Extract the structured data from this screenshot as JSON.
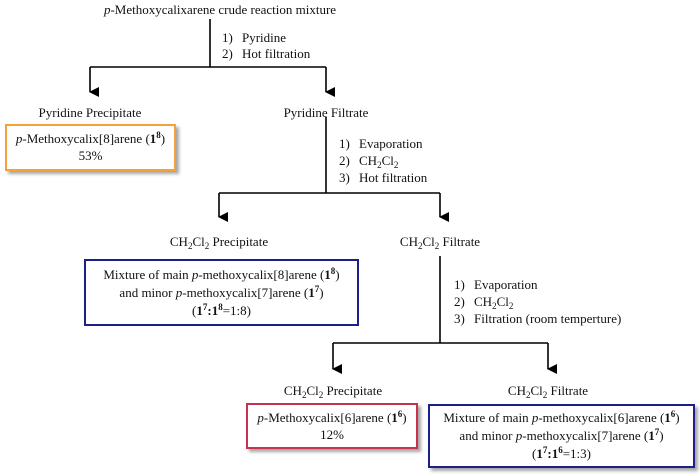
{
  "colors": {
    "orange": "#f5a13a",
    "navy": "#1c1f8a",
    "crimson": "#c8324e",
    "line": "#000000"
  },
  "top": {
    "title_italic": "p",
    "title_rest": "-Methoxycalixarene crude reaction mixture",
    "steps": [
      {
        "num": "1)",
        "text": "Pyridine"
      },
      {
        "num": "2)",
        "text": "Hot filtration"
      }
    ]
  },
  "level1": {
    "left_label": "Pyridine Precipitate",
    "right_label": "Pyridine Filtrate",
    "box": {
      "p": "p",
      "name": "-Methoxycalix[8]arene (",
      "cmp": "1",
      "sup": "8",
      "close": ")",
      "yield": "53%"
    },
    "steps": [
      {
        "num": "1)",
        "text": "Evaporation"
      },
      {
        "num": "2)",
        "c": "CH",
        "s1": "2",
        "m": "Cl",
        "s2": "2"
      },
      {
        "num": "3)",
        "text": "Hot filtration"
      }
    ]
  },
  "level2": {
    "left_label": {
      "c": "CH",
      "s1": "2",
      "m": "Cl",
      "s2": "2",
      "rest": " Precipitate"
    },
    "right_label": {
      "c": "CH",
      "s1": "2",
      "m": "Cl",
      "s2": "2",
      "rest": " Filtrate"
    },
    "box": {
      "l1a": "Mixture of  main ",
      "l1p": "p",
      "l1b": "-methoxycalix[8]arene (",
      "l1c": "1",
      "l1s": "8",
      "l1d": ")",
      "l2a": "and minor ",
      "l2p": "p",
      "l2b": "-methoxycalix[7]arene (",
      "l2c": "1",
      "l2s": "7",
      "l2d": ")",
      "l3a": "(",
      "l3c1": "1",
      "l3s1": "7",
      "l3colon": ":",
      "l3c2": "1",
      "l3s2": "8",
      "l3r": "=1:8)"
    },
    "steps": [
      {
        "num": "1)",
        "text": "Evaporation"
      },
      {
        "num": "2)",
        "c": "CH",
        "s1": "2",
        "m": "Cl",
        "s2": "2"
      },
      {
        "num": "3)",
        "text": "Filtration (room temperture)"
      }
    ]
  },
  "level3": {
    "left_label": {
      "c": "CH",
      "s1": "2",
      "m": "Cl",
      "s2": "2",
      "rest": " Precipitate"
    },
    "right_label": {
      "c": "CH",
      "s1": "2",
      "m": "Cl",
      "s2": "2",
      "rest": " Filtrate"
    },
    "box_left": {
      "p": "p",
      "name": "-Methoxycalix[6]arene (",
      "cmp": "1",
      "sup": "6",
      "close": ")",
      "yield": "12%"
    },
    "box_right": {
      "l1a": "Mixture of main ",
      "l1p": "p",
      "l1b": "-methoxycalix[6]arene (",
      "l1c": "1",
      "l1s": "6",
      "l1d": ")",
      "l2a": "and minor ",
      "l2p": "p",
      "l2b": "-methoxycalix[7]arene (",
      "l2c": "1",
      "l2s": "7",
      "l2d": ")",
      "l3a": "(",
      "l3c1": "1",
      "l3s1": "7",
      "l3colon": ":",
      "l3c2": "1",
      "l3s2": "6",
      "l3r": "=1:3)"
    }
  }
}
